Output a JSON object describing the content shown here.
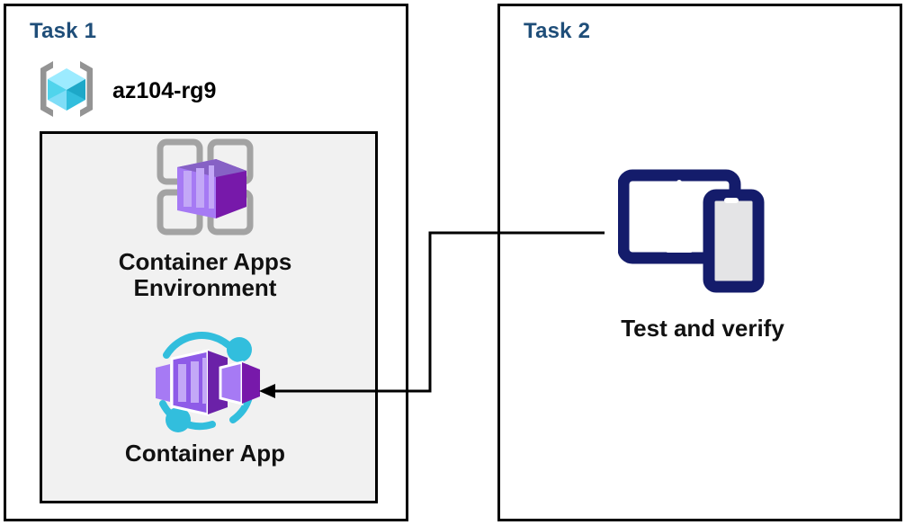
{
  "diagram": {
    "title_color": "#1F4E79",
    "background": "#FFFFFF",
    "panel_fill": "#F1F1F1",
    "border_color": "#000000"
  },
  "task1": {
    "title": "Task 1",
    "resource_group": {
      "name": "az104-rg9",
      "icon": "resource-group-icon"
    },
    "nodes": [
      {
        "id": "container-apps-environment",
        "label": "Container Apps\nEnvironment",
        "icon": "container-apps-environment-icon"
      },
      {
        "id": "container-app",
        "label": "Container App",
        "icon": "container-app-icon"
      }
    ]
  },
  "task2": {
    "title": "Task 2",
    "nodes": [
      {
        "id": "test-and-verify",
        "label": "Test and verify",
        "icon": "devices-tablet-phone-icon"
      }
    ]
  },
  "connector": {
    "id": "test-to-container-app",
    "from": "test-and-verify",
    "to": "container-app",
    "arrow_direction": "left",
    "color": "#000000"
  },
  "palette": {
    "azure_blue": "#32BEDD",
    "azure_blue_light": "#9CEBFF",
    "azure_blue_dark": "#1DA8C8",
    "bracket_gray": "#949494",
    "container_purple": "#A67AF4",
    "container_purple_dark": "#7719AA",
    "container_purple_mid": "#8661C5",
    "navy": "#141C6B",
    "grid_gray": "#A3A3A3"
  }
}
